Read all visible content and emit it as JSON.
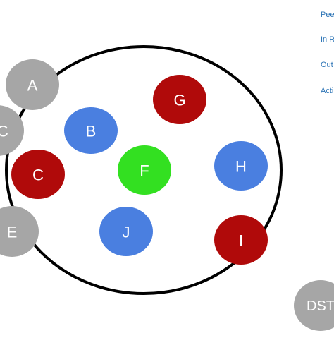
{
  "colors": {
    "gray": "#a6a6a6",
    "blue": "#4a7fe0",
    "red": "#b00a0a",
    "green": "#33e021",
    "legend_text": "#2e75b6",
    "boundary": "#000000"
  },
  "legend": [
    {
      "id": "peer",
      "label": "Pee"
    },
    {
      "id": "in-range",
      "label": "In R"
    },
    {
      "id": "out",
      "label": "Out"
    },
    {
      "id": "active",
      "label": "Acti"
    }
  ],
  "nodes": [
    {
      "id": "A",
      "label": "A",
      "color": "gray"
    },
    {
      "id": "RC",
      "label": "RC",
      "color": "gray"
    },
    {
      "id": "E",
      "label": "E",
      "color": "gray"
    },
    {
      "id": "DST",
      "label": "DST",
      "color": "gray"
    },
    {
      "id": "B",
      "label": "B",
      "color": "blue"
    },
    {
      "id": "C",
      "label": "C",
      "color": "red"
    },
    {
      "id": "F",
      "label": "F",
      "color": "green"
    },
    {
      "id": "G",
      "label": "G",
      "color": "red"
    },
    {
      "id": "H",
      "label": "H",
      "color": "blue"
    },
    {
      "id": "J",
      "label": "J",
      "color": "blue"
    },
    {
      "id": "I",
      "label": "I",
      "color": "red"
    }
  ]
}
